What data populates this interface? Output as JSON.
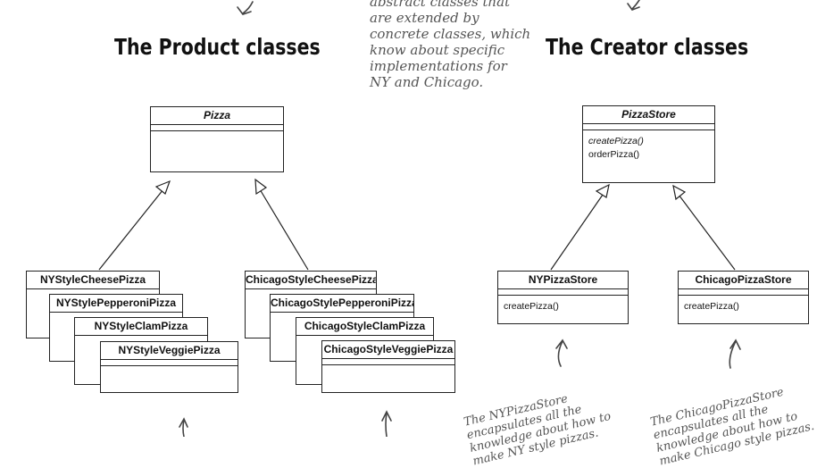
{
  "headings": {
    "product": "The Product classes",
    "creator": "The Creator classes"
  },
  "notes": {
    "top_lines": [
      "abstract classes that",
      "are extended by",
      "concrete classes, which",
      "know about specific",
      "implementations for",
      "NY and Chicago."
    ],
    "ny_store_lines": [
      "The NYPizzaStore",
      "encapsulates all the",
      "knowledge about how to",
      "make NY style pizzas."
    ],
    "chicago_store_lines": [
      "The ChicagoPizzaStore",
      "encapsulates all the",
      "knowledge about how to",
      "make Chicago style pizzas."
    ]
  },
  "product": {
    "abstract": "Pizza",
    "ny_stack": [
      "NYStyleCheesePizza",
      "NYStylePepperoniPizza",
      "NYStyleClamPizza",
      "NYStyleVeggiePizza"
    ],
    "chicago_stack": [
      "ChicagoStyleCheesePizza",
      "ChicagoStylePepperoniPizza",
      "ChicagoStyleClamPizza",
      "ChicagoStyleVeggiePizza"
    ]
  },
  "creator": {
    "abstract": {
      "name": "PizzaStore",
      "methods": [
        "createPizza()",
        "orderPizza()"
      ]
    },
    "ny": {
      "name": "NYPizzaStore",
      "methods": [
        "createPizza()"
      ]
    },
    "chicago": {
      "name": "ChicagoPizzaStore",
      "methods": [
        "createPizza()"
      ]
    }
  }
}
